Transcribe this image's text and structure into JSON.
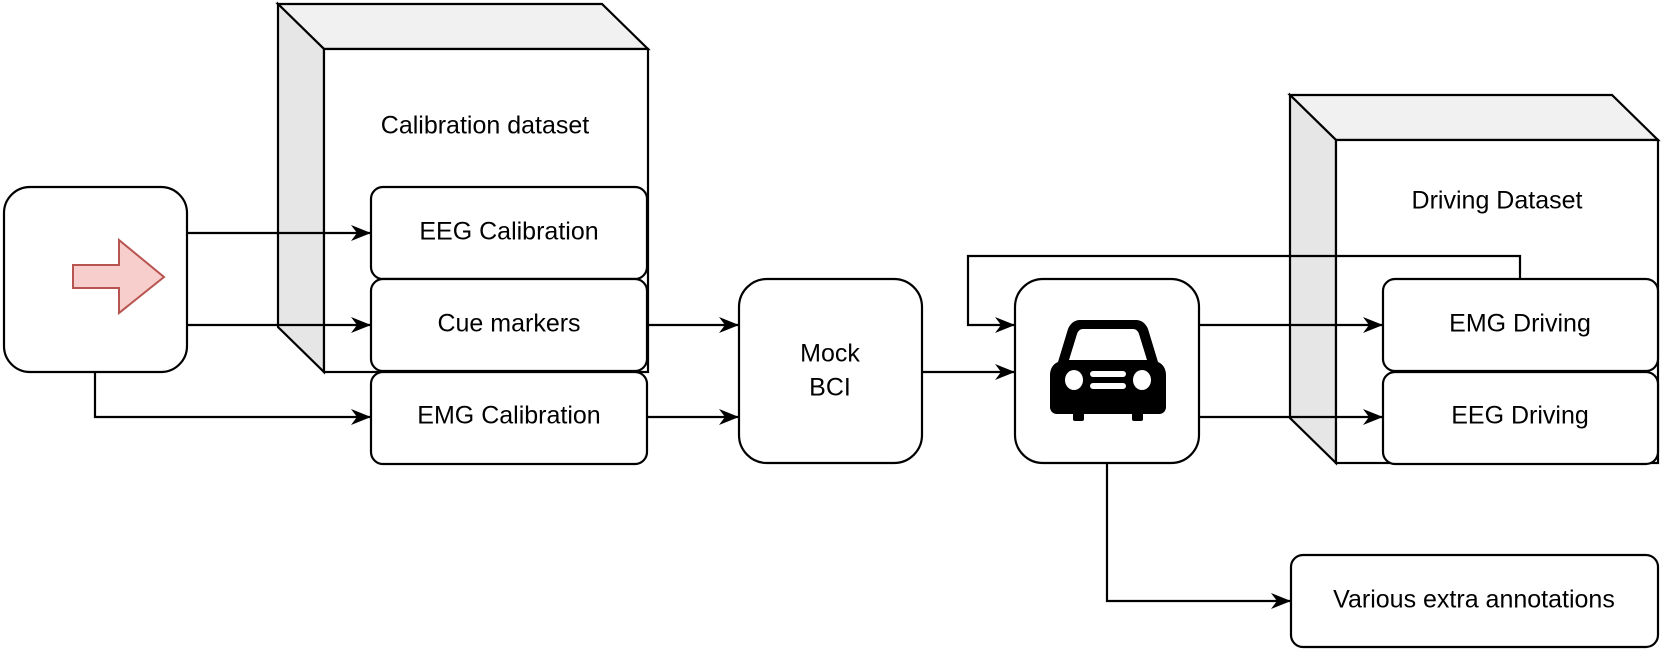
{
  "diagram": {
    "containers": {
      "calibration": {
        "title": "Calibration dataset"
      },
      "driving": {
        "title": "Driving Dataset"
      }
    },
    "nodes": {
      "eeg_calibration": "EEG Calibration",
      "cue_markers": "Cue markers",
      "emg_calibration": "EMG Calibration",
      "mock_bci_line1": "Mock",
      "mock_bci_line2": "BCI",
      "emg_driving": "EMG Driving",
      "eeg_driving": "EEG Driving",
      "annotations": "Various extra annotations"
    },
    "icons": {
      "source": "arrow-right-icon",
      "vehicle": "car-icon"
    },
    "colors": {
      "arrow_fill": "#f8cecc",
      "arrow_stroke": "#b85450",
      "cube_top": "#f1f1f1",
      "cube_side": "#e6e6e6"
    }
  }
}
